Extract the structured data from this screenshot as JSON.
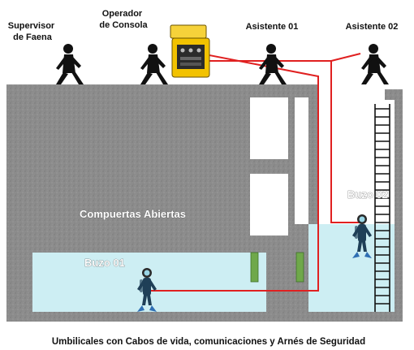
{
  "roles": {
    "supervisor": [
      "Supervisor",
      "de Faena"
    ],
    "operator": [
      "Operador",
      "de Consola"
    ],
    "assistant1": "Asistente 01",
    "assistant2": "Asistente 02"
  },
  "labels": {
    "gates": "Compuertas Abiertas",
    "diver1": "Buzo 01",
    "diver2": "Buzo 02"
  },
  "caption": "Umbilicales con Cabos de vida, comunicaciones y Arnés de Seguridad",
  "colors": {
    "concrete": "#8c8c8c",
    "water": "#cdeef3",
    "umbilical": "#e02020",
    "console": "#f2c200",
    "gate": "#6fa84a",
    "figure": "#111111"
  }
}
